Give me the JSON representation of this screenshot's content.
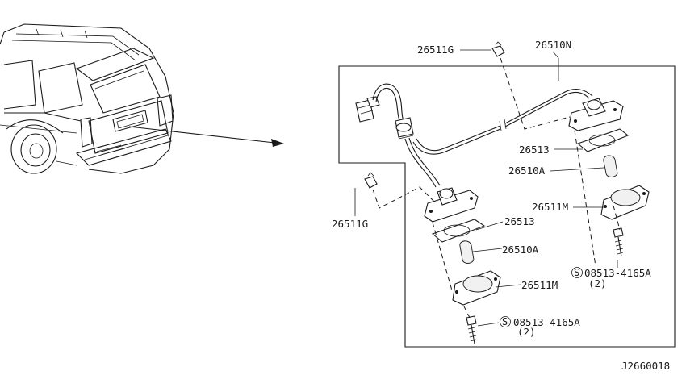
{
  "diagram_id": "J2660018",
  "callouts": {
    "clip_top": "26511G",
    "harness_assembly": "26510N",
    "gasket_right": "26513",
    "bulb_right": "26510A",
    "lens_right": "26511M",
    "screw_right_part": "08513-4165A",
    "screw_right_qty": "(2)",
    "clip_left": "26511G",
    "gasket_left": "26513",
    "bulb_left": "26510A",
    "lens_left": "26511M",
    "screw_left_part": "08513-4165A",
    "screw_left_qty": "(2)"
  },
  "symbols": {
    "screw_marker": "S"
  }
}
